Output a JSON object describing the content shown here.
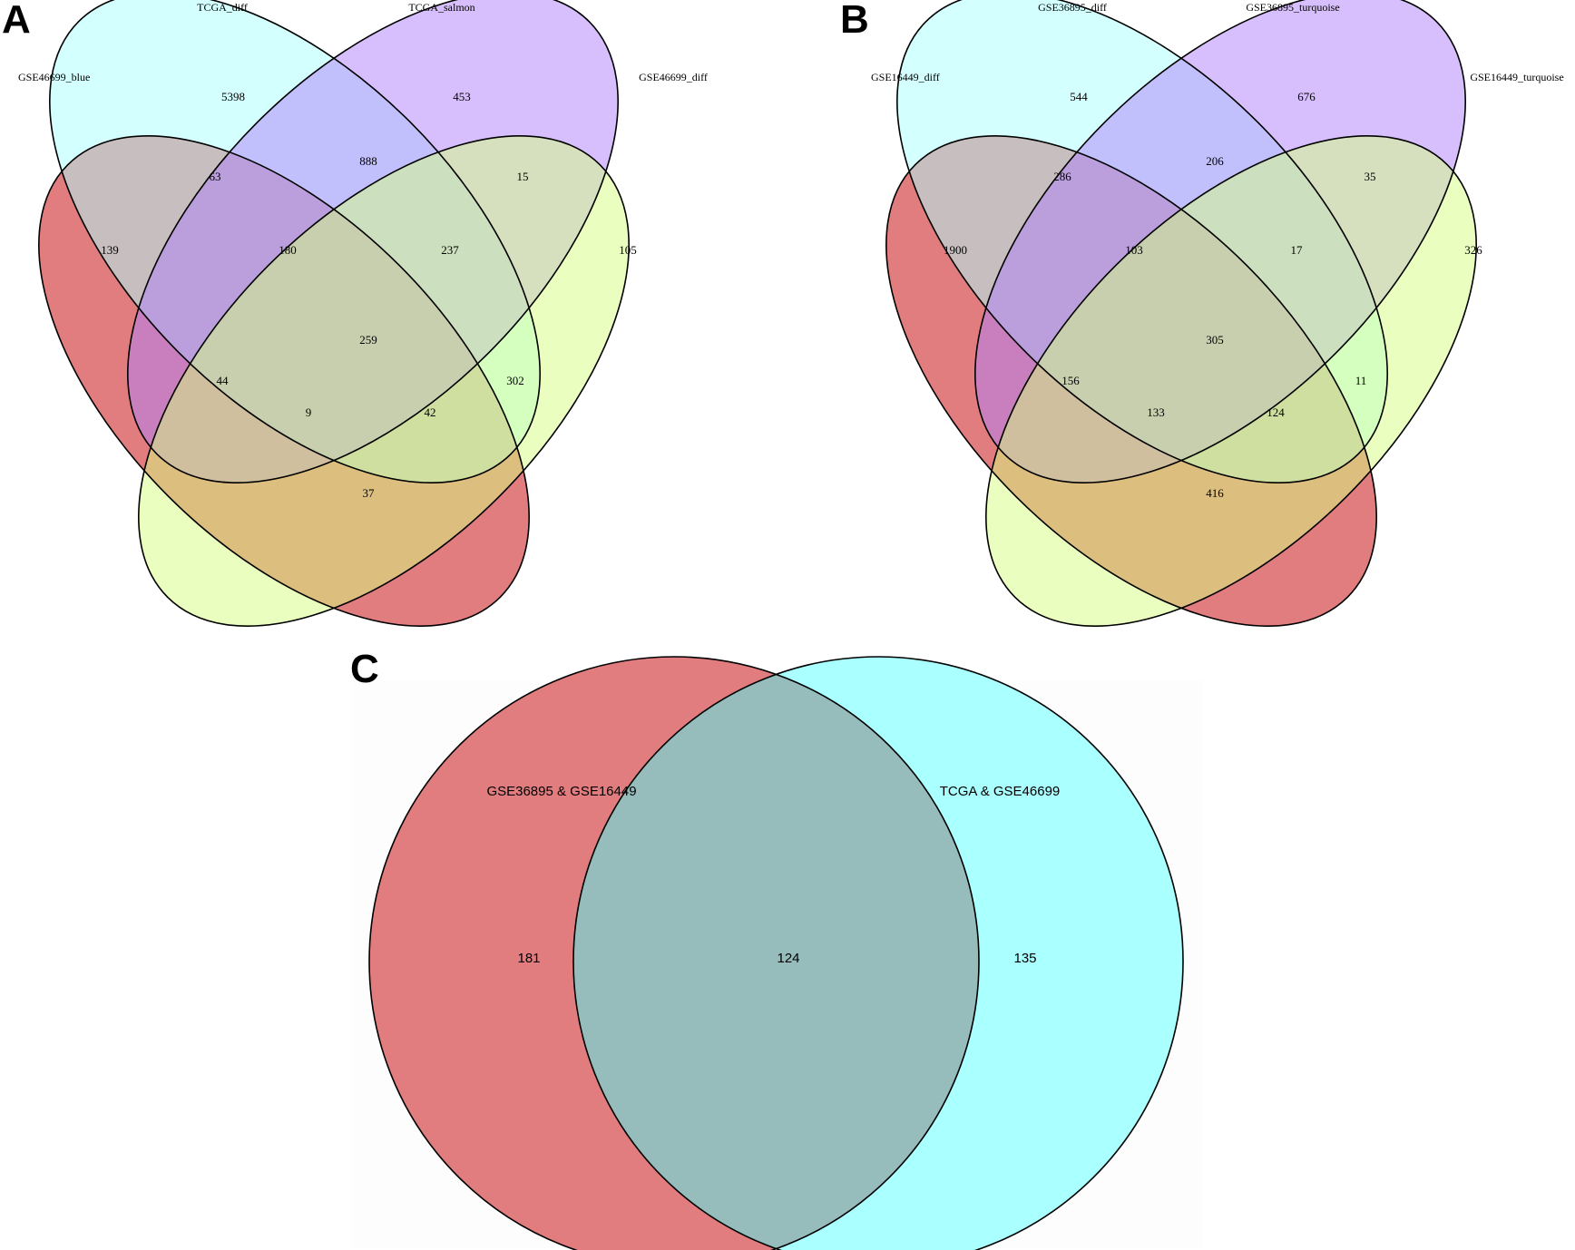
{
  "panels": {
    "A": {
      "letter": "A",
      "sets": {
        "set1": "GSE46699_blue",
        "set2": "TCGA_diff",
        "set3": "TCGA_salmon",
        "set4": "GSE46699_diff"
      },
      "colors": {
        "set1": "#E27D7F",
        "set2": "#AAFFFF",
        "set3": "#B07FFB",
        "set4": "#D5FF80"
      },
      "counts": {
        "only1": "139",
        "only2": "5398",
        "only3": "453",
        "only4": "105",
        "s12": "63",
        "s23": "888",
        "s34": "15",
        "s123": "180",
        "s234": "237",
        "s1234": "259",
        "s13": "44",
        "s24": "302",
        "s134": "9",
        "s124": "42",
        "s14": "37"
      }
    },
    "B": {
      "letter": "B",
      "sets": {
        "set1": "GSE16449_diff",
        "set2": "GSE36895_diff",
        "set3": "GSE36895_turquoise",
        "set4": "GSE16449_turquoise"
      },
      "colors": {
        "set1": "#E27D7F",
        "set2": "#AAFFFF",
        "set3": "#B07FFB",
        "set4": "#D5FF80"
      },
      "counts": {
        "only1": "1900",
        "only2": "544",
        "only3": "676",
        "only4": "326",
        "s12": "286",
        "s23": "206",
        "s34": "35",
        "s123": "103",
        "s234": "17",
        "s1234": "305",
        "s13": "156",
        "s24": "11",
        "s134": "133",
        "s124": "124",
        "s14": "416"
      }
    },
    "C": {
      "letter": "C",
      "sets": {
        "left": "GSE36895 & GSE16449",
        "right": "TCGA & GSE46699"
      },
      "colors": {
        "left": "#E27D7F",
        "right": "#AAFFFF",
        "overlap": "#96BDBC"
      },
      "counts": {
        "left_only": "181",
        "both": "124",
        "right_only": "135"
      }
    }
  }
}
